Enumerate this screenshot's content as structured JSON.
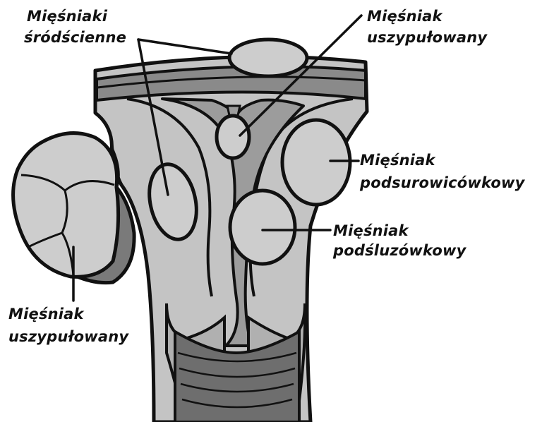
{
  "colors": {
    "background": "#ffffff",
    "outline": "#111111",
    "tissue_light": "#c9c9c9",
    "tissue_mid": "#b3b3b3",
    "tissue_dark": "#7d7d7d",
    "fibroid_fill": "#cdcdcd"
  },
  "labels": {
    "intramural": {
      "line1": "Mięśniaki",
      "line2": "śródścienne"
    },
    "pedunculated_top": {
      "line1": "Mięśniak",
      "line2": "uszypułowany"
    },
    "subserosal": {
      "line1": "Mięśniak",
      "line2": "podsurowicówkowy"
    },
    "submucosal": {
      "line1": "Mięśniak",
      "line2": "podśluzówkowy"
    },
    "pedunculated_left": {
      "line1": "Mięśniak",
      "line2": "uszypułowany"
    }
  }
}
